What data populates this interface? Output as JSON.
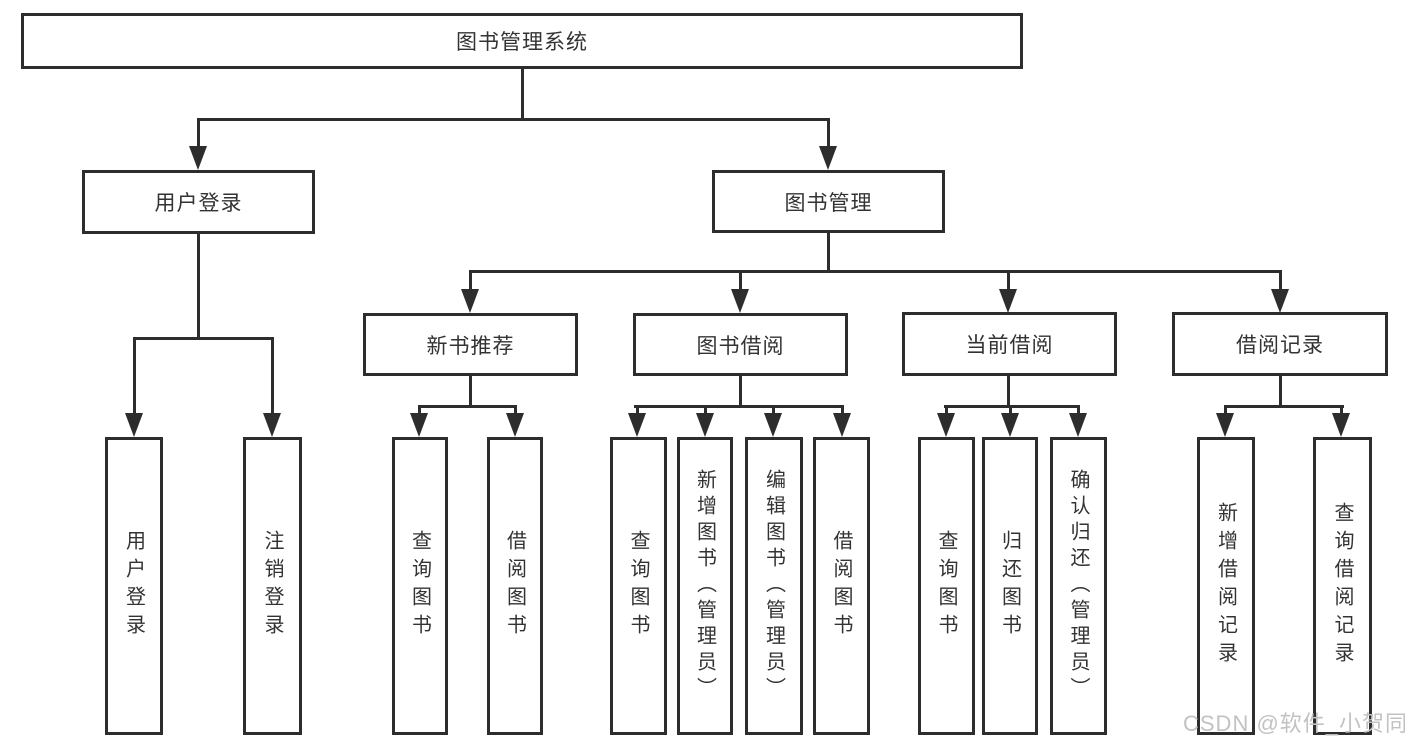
{
  "tree": {
    "label": "图书管理系统",
    "children": [
      {
        "label": "用户登录",
        "children": [
          {
            "label": "用户登录"
          },
          {
            "label": "注销登录"
          }
        ]
      },
      {
        "label": "图书管理",
        "children": [
          {
            "label": "新书推荐",
            "children": [
              {
                "label": "查询图书"
              },
              {
                "label": "借阅图书"
              }
            ]
          },
          {
            "label": "图书借阅",
            "children": [
              {
                "label": "查询图书"
              },
              {
                "label": "新增图书（管理员）"
              },
              {
                "label": "编辑图书（管理员）"
              },
              {
                "label": "借阅图书"
              }
            ]
          },
          {
            "label": "当前借阅",
            "children": [
              {
                "label": "查询图书"
              },
              {
                "label": "归还图书"
              },
              {
                "label": "确认归还（管理员）"
              }
            ]
          },
          {
            "label": "借阅记录",
            "children": [
              {
                "label": "新增借阅记录"
              },
              {
                "label": "查询借阅记录"
              }
            ]
          }
        ]
      }
    ]
  },
  "watermark": {
    "text": "CSDN @软件_小贺同学"
  },
  "colors": {
    "line": "#2d2d2d",
    "text": "#333333",
    "watermark": "#c2c2c2",
    "background": "#ffffff"
  }
}
